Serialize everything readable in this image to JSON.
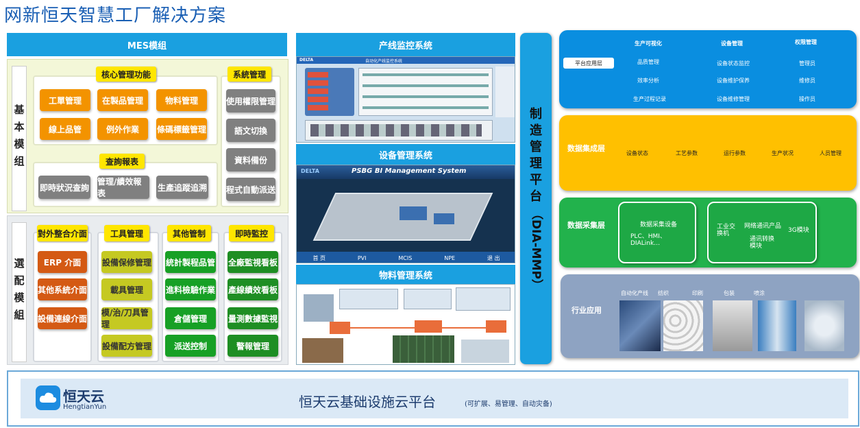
{
  "title": "网新恒天智慧工厂解决方案",
  "mes": {
    "header": "MES模组",
    "basic_label": "基本模组",
    "optional_label": "選配模組",
    "core_title": "核心管理功能",
    "core_items": [
      "工單管理",
      "在製品管理",
      "物料管理",
      "線上品管",
      "例外作業",
      "條碼標籤管理"
    ],
    "sys_title": "系統管理",
    "sys_items": [
      "使用權限管理",
      "語文切換",
      "資料備份",
      "程式自動派送"
    ],
    "query_title": "查詢報表",
    "query_items": [
      "即時狀況查詢",
      "管理/績效報表",
      "生產追蹤追溯"
    ],
    "opt_cols": [
      {
        "title": "對外整合介面",
        "items": [
          "ERP 介面",
          "其他系統介面",
          "設備連線介面"
        ]
      },
      {
        "title": "工具管理",
        "items": [
          "設備保修管理",
          "載具管理",
          "模/治/刀具管理",
          "設備配方管理"
        ]
      },
      {
        "title": "其他管制",
        "items": [
          "統計製程品管",
          "進料檢驗作業",
          "倉儲管理",
          "派送控制"
        ]
      },
      {
        "title": "即時監控",
        "items": [
          "全廠監視看板",
          "產線績效看板",
          "量測數據監視",
          "警報管理"
        ]
      }
    ]
  },
  "systems": {
    "line_monitor": "产线监控系统",
    "equipment": "设备管理系统",
    "material": "物料管理系统",
    "screen1_title": "自动化产线监控系统",
    "screen1_brand": "DELTA",
    "screen2_brand": "DELTA",
    "screen2_title": "PSBG BI Management System",
    "screen2_tabs": [
      "首 页",
      "PVI",
      "MCIS",
      "NPE",
      "退 出"
    ]
  },
  "platform": {
    "vertical_chars": [
      "制",
      "造",
      "管",
      "理",
      "平",
      "台"
    ],
    "vertical_tail": "（DIA-MMP）"
  },
  "layers": {
    "platform_app": {
      "label": "平台应用层",
      "groups": [
        {
          "title": "生产可视化",
          "items": [
            "品质管理",
            "效率分析",
            "生产过程记录"
          ]
        },
        {
          "title": "设备管理",
          "items": [
            "设备状态监控",
            "设备维护保养",
            "设备维修管理"
          ]
        },
        {
          "title": "权限管理",
          "items": [
            "管理员",
            "维修员",
            "操作员"
          ]
        }
      ]
    },
    "integration": {
      "label": "数据集成层",
      "items": [
        "设备状态",
        "工艺参数",
        "运行参数",
        "生产状况",
        "人员管理"
      ]
    },
    "collection": {
      "label": "数据采集层",
      "box1_title": "数据采集设备",
      "box1_sub": "PLC、HMI、",
      "box1_sub2": "DIALink…",
      "box2_a": "工业交换机",
      "box2_b": "网络通讯产品",
      "box2_c": "3G模块",
      "box2_d": "通讯转换模块"
    },
    "industry": {
      "label": "行业应用",
      "items": [
        "自动化产线",
        "纺织",
        "印刷",
        "包装",
        "喷涂"
      ]
    }
  },
  "cloud": {
    "brand": "恒天云",
    "brand_en": "HengtianYun",
    "title": "恒天云基础设施云平台",
    "note": "(可扩展、易管理、自动灾备)"
  },
  "colors": {
    "blue": "#1aa0e0",
    "orange": "#f39300",
    "green": "#17a025",
    "yellow": "#ffc000",
    "lightgreen": "#22b24c",
    "gray": "#8ea3c2"
  }
}
